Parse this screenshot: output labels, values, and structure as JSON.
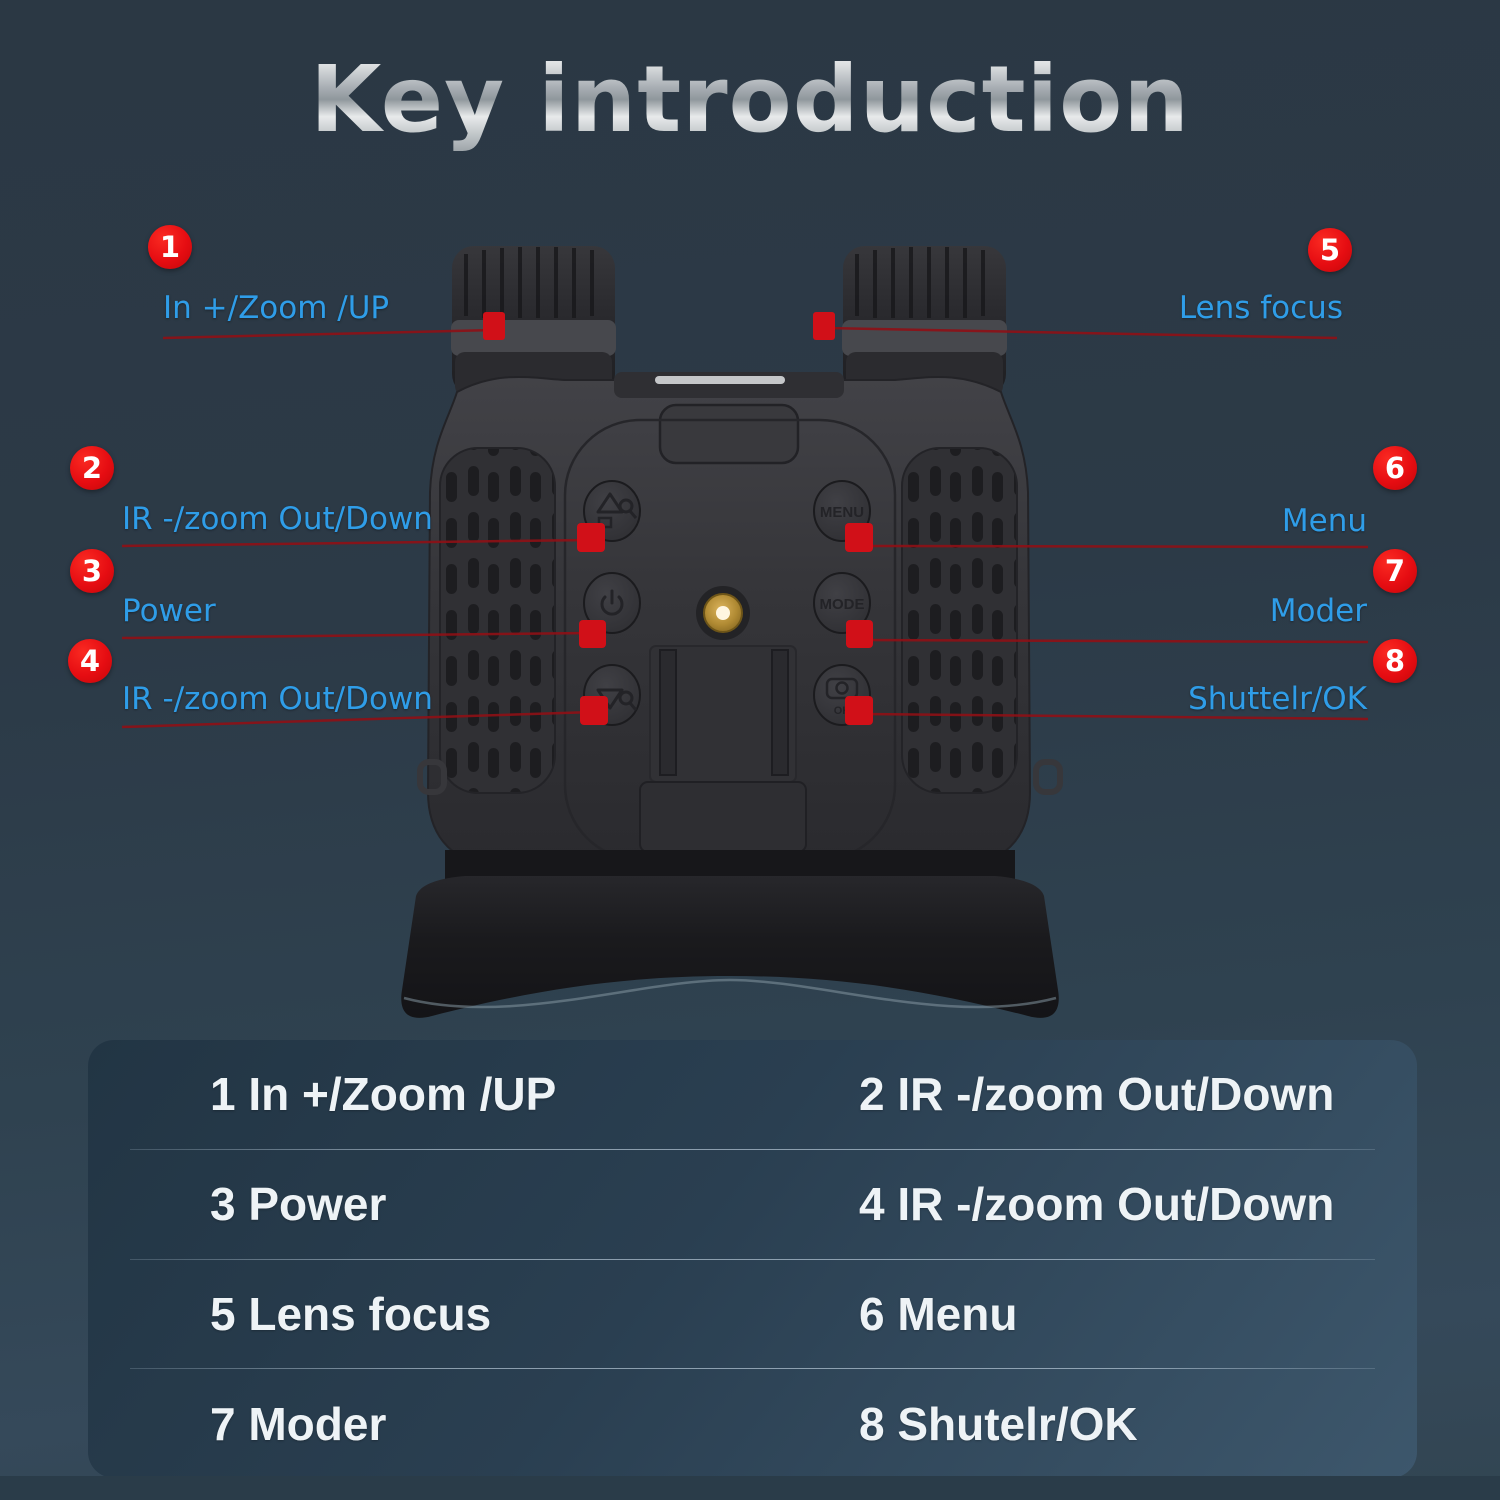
{
  "title": "Key introduction",
  "callouts": [
    {
      "num": "1",
      "label": "In +/Zoom /UP"
    },
    {
      "num": "2",
      "label": "IR -/zoom Out/Down"
    },
    {
      "num": "3",
      "label": "Power"
    },
    {
      "num": "4",
      "label": "IR -/zoom Out/Down"
    },
    {
      "num": "5",
      "label": "Lens focus"
    },
    {
      "num": "6",
      "label": "Menu"
    },
    {
      "num": "7",
      "label": "Moder"
    },
    {
      "num": "8",
      "label": "Shuttelr/OK"
    }
  ],
  "device": {
    "right_buttons": {
      "menu": "MENU",
      "mode": "MODE",
      "ok": "OK"
    }
  },
  "legend": {
    "rows": [
      [
        "1 In +/Zoom /UP",
        "2 IR -/zoom Out/Down"
      ],
      [
        "3 Power",
        "4 IR -/zoom Out/Down"
      ],
      [
        "5 Lens focus",
        "6 Menu"
      ],
      [
        "7 Moder",
        "8 Shutelr/OK"
      ]
    ]
  },
  "colors": {
    "accent_blue": "#2f9de8",
    "badge_red": "#e60d12",
    "marker_red": "#d11018",
    "line_red": "#8f1016",
    "title_silver": "#c9cdd0",
    "panel_blue": "#2a3f51"
  }
}
